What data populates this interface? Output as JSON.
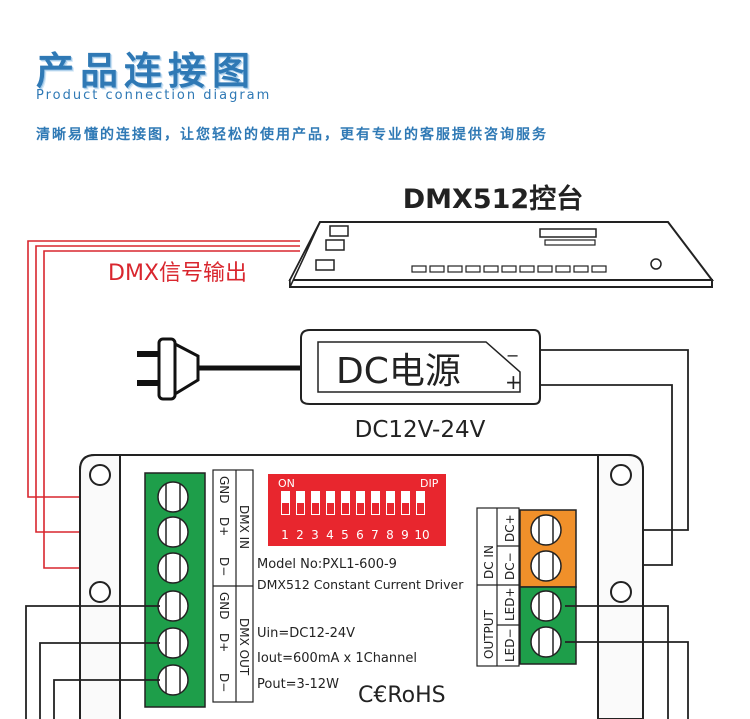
{
  "header": {
    "title": "产品连接图",
    "subtitle": "Product connection diagram",
    "tagline": "清晰易懂的连接图，让您轻松的使用产品，更有专业的客服提供咨询服务"
  },
  "console": {
    "label": "DMX512控台"
  },
  "signal": {
    "label": "DMX信号输出"
  },
  "power": {
    "label": "DC电源",
    "minus": "−",
    "plus": "+",
    "voltage": "DC12V-24V"
  },
  "driver": {
    "dip": {
      "on": "ON",
      "dip": "DIP",
      "numbers": [
        "1",
        "2",
        "3",
        "4",
        "5",
        "6",
        "7",
        "8",
        "9",
        "10"
      ]
    },
    "dmx_in": {
      "title": "DMX IN",
      "pins": [
        "GND",
        "D+",
        "D−"
      ]
    },
    "dmx_out": {
      "title": "DMX OUT",
      "pins": [
        "GND",
        "D+",
        "D−"
      ]
    },
    "model": "Model No:PXL1-600-9",
    "description": "DMX512 Constant Current Driver",
    "uin": "Uin=DC12-24V",
    "iout": "Iout=600mA x 1Channel",
    "pout": "Pout=3-12W",
    "cert": "C€RoHS",
    "dc_in": {
      "title": "DC IN",
      "pins": [
        "DC+",
        "DC−"
      ]
    },
    "output": {
      "title": "OUTPUT",
      "pins": [
        "LED+",
        "LED−"
      ]
    }
  },
  "colors": {
    "accent": "#2f79b5",
    "wire_red": "#d9262e",
    "terminal_green": "#1e9e4a",
    "terminal_orange": "#f0902a",
    "dip_red": "#e8262e"
  }
}
